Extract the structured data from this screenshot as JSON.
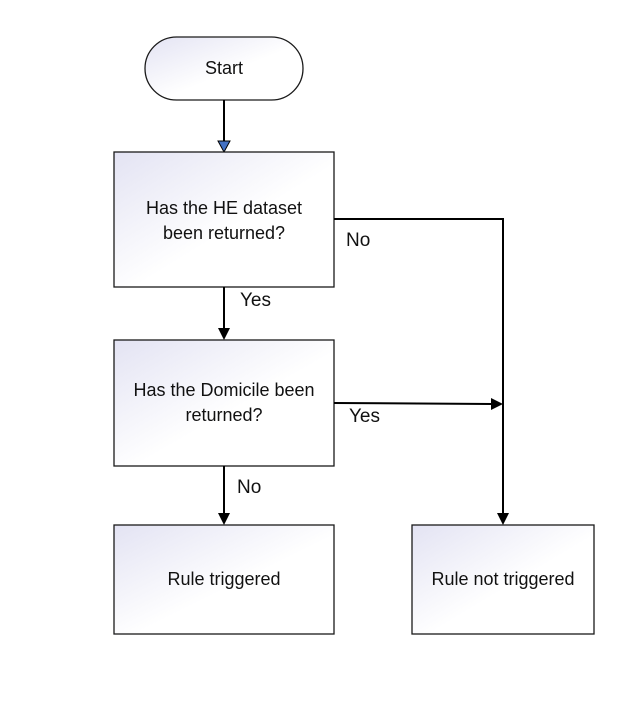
{
  "colors": {
    "box_gradient_start": "#e3e3f3",
    "box_gradient_end": "#ffffff",
    "start_arrow_fill": "#4472c4",
    "line": "#000000"
  },
  "nodes": {
    "start": {
      "label": "Start"
    },
    "he_dataset": {
      "lines": [
        "Has the HE dataset",
        "been returned?"
      ]
    },
    "domicile": {
      "lines": [
        "Has the Domicile been",
        "returned?"
      ]
    },
    "rule_triggered": {
      "label": "Rule triggered"
    },
    "rule_not_triggered": {
      "label": "Rule not triggered"
    }
  },
  "edges": {
    "he_dataset_no": {
      "label": "No"
    },
    "he_dataset_yes": {
      "label": "Yes"
    },
    "domicile_yes": {
      "label": "Yes"
    },
    "domicile_no": {
      "label": "No"
    }
  }
}
